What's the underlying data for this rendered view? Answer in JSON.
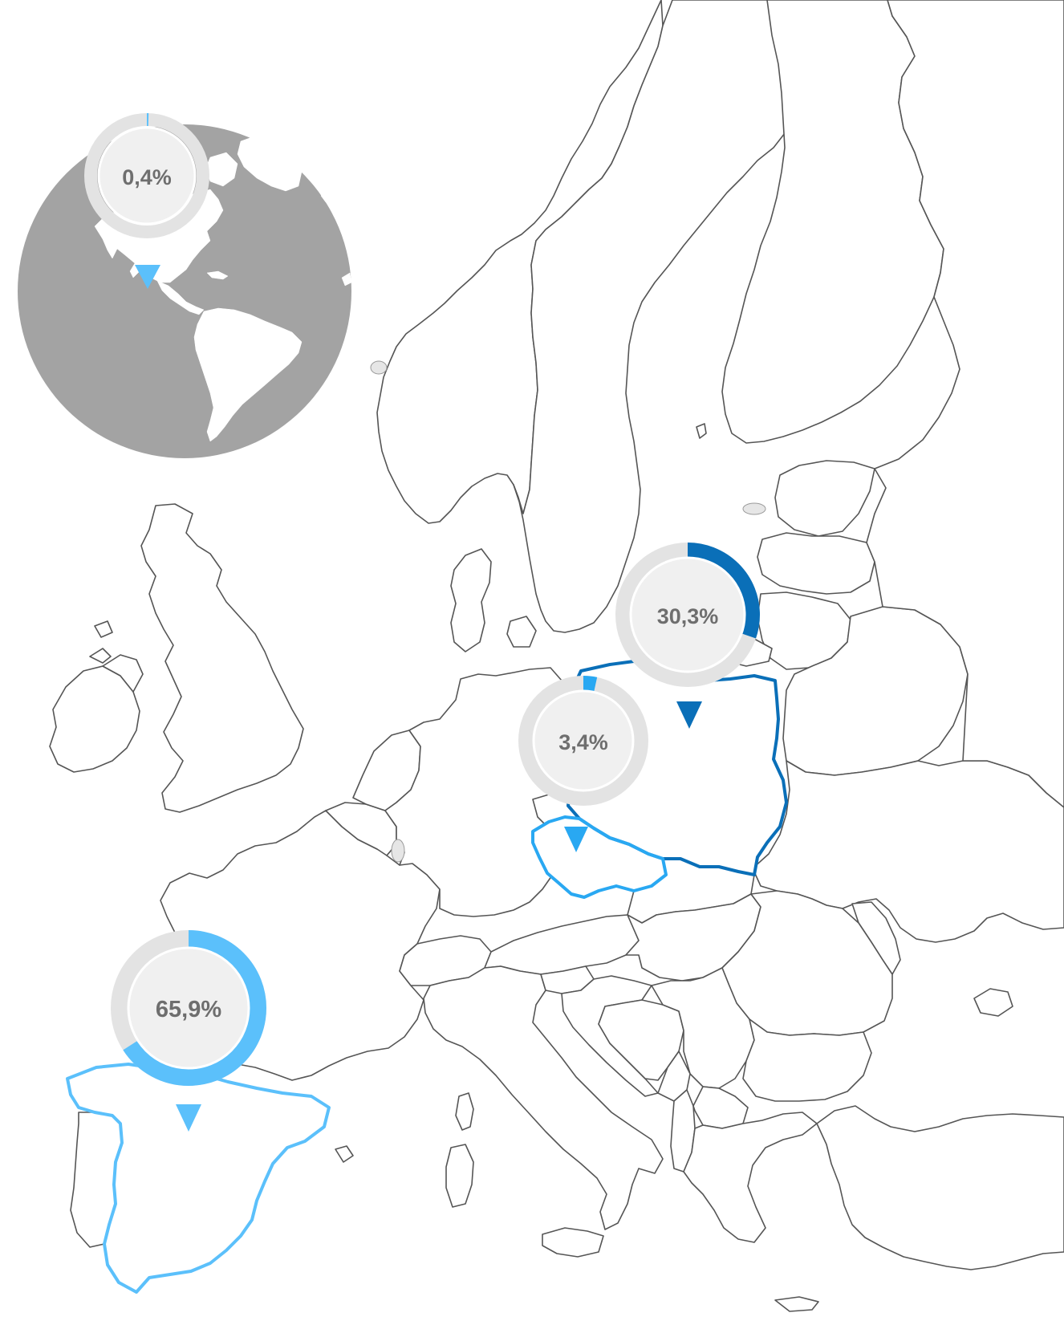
{
  "colors": {
    "light_blue": "#29a8f2",
    "dark_blue": "#0a6fb8",
    "pale_blue": "#5bc0fb",
    "globe_gray": "#a3a3a3",
    "donut_track": "#e3e3e3"
  },
  "markers": [
    {
      "id": "americas",
      "label": "0,4%",
      "percent": 0.4,
      "color": "#5bc0fb",
      "region": "Mexico"
    },
    {
      "id": "spain",
      "label": "65,9%",
      "percent": 65.9,
      "color": "#5bc0fb",
      "region": "Spain"
    },
    {
      "id": "czechia",
      "label": "3,4%",
      "percent": 3.4,
      "color": "#29a8f2",
      "region": "Czechia"
    },
    {
      "id": "poland",
      "label": "30,3%",
      "percent": 30.3,
      "color": "#0a6fb8",
      "region": "Poland"
    }
  ]
}
